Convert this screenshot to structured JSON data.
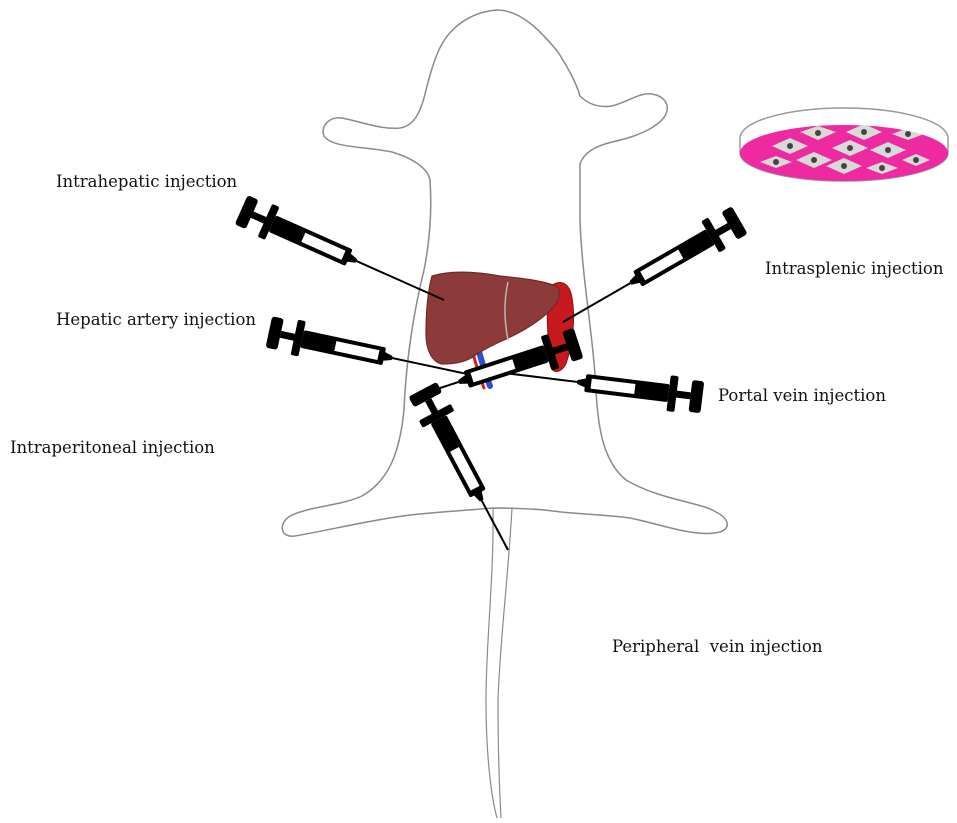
{
  "labels": {
    "intrahepatic": "Intrahepatic injection",
    "intrasplenic": "Intrasplenic injection",
    "hepatic_artery": "Hepatic artery injection",
    "portal_vein": "Portal vein injection",
    "intraperitoneal": "Intraperitoneal injection",
    "peripheral_vein": "Peripheral  vein injection"
  },
  "colors": {
    "outline": "#8a8a8a",
    "syringe": "#000000",
    "liver": "#8c3a3a",
    "liver_edge": "#6e2a2a",
    "spleen": "#c8191e",
    "artery": "#d42020",
    "vein": "#2f4fcf",
    "dish_medium": "#ee2aa0",
    "cell": "#d9d9d9",
    "nucleus": "#444444"
  },
  "icons": {
    "syringe": "syringe-icon",
    "dish": "petri-dish-icon"
  }
}
